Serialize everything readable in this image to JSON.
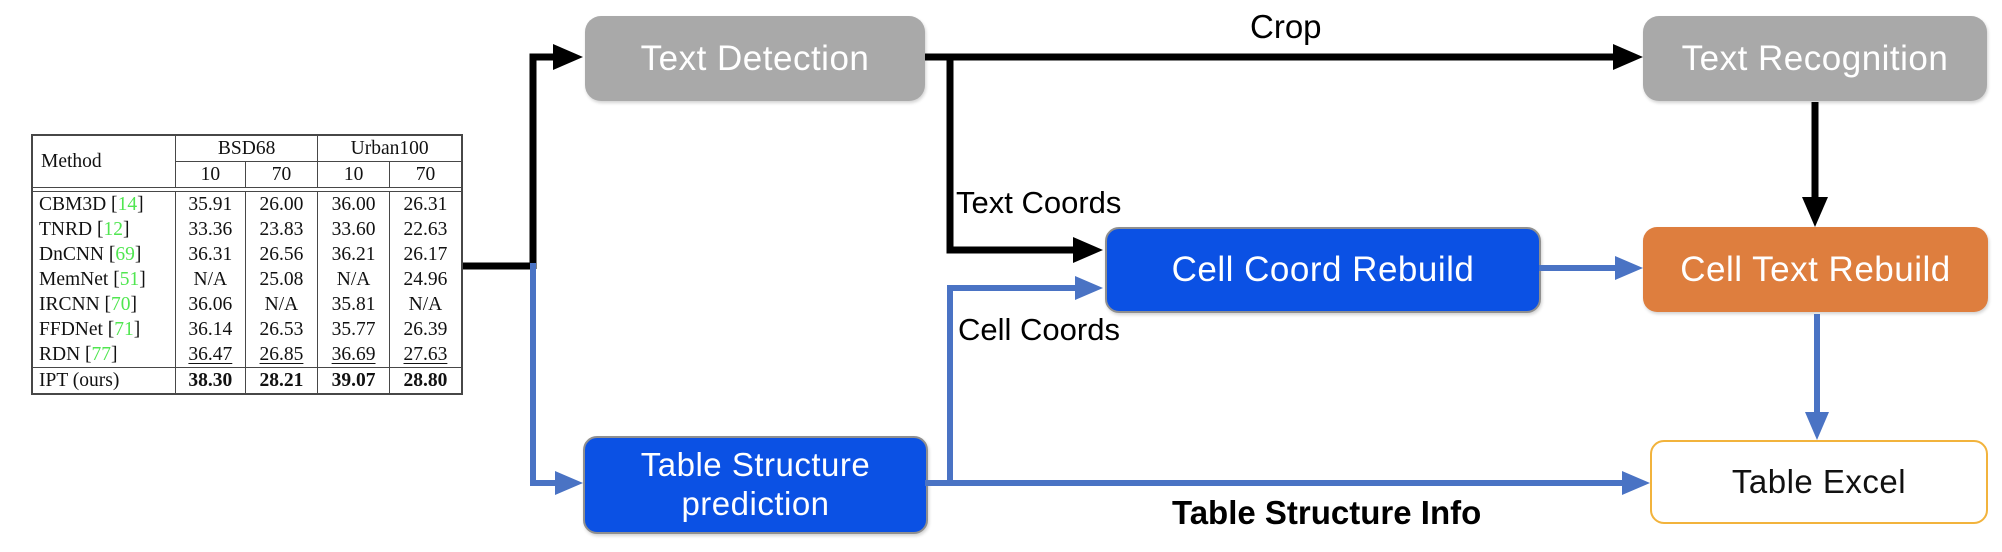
{
  "figure": {
    "nodes": {
      "text_detection": "Text Detection",
      "text_recognition": "Text Recognition",
      "cell_coord_rebuild": "Cell Coord Rebuild",
      "cell_text_rebuild": "Cell Text Rebuild",
      "table_structure_prediction_line1": "Table Structure",
      "table_structure_prediction_line2": "prediction",
      "table_excel": "Table Excel"
    },
    "edge_labels": {
      "crop": "Crop",
      "text_coords": "Text Coords",
      "cell_coords": "Cell Coords",
      "table_structure_info": "Table Structure Info"
    },
    "colors": {
      "node_gray": "#a9a9a9",
      "node_blue": "#0b51e4",
      "node_orange": "#de7e3e",
      "excel_border_gold": "#f2b33c",
      "arrow_black": "#000000",
      "arrow_blue": "#4a73c4",
      "cite_green": "#50e650"
    }
  },
  "table": {
    "header": {
      "method": "Method",
      "groups": [
        {
          "label": "BSD68",
          "cols": [
            "10",
            "70"
          ]
        },
        {
          "label": "Urban100",
          "cols": [
            "10",
            "70"
          ]
        }
      ]
    },
    "rows": [
      {
        "method": "CBM3D",
        "cite": "14",
        "values": [
          "35.91",
          "26.00",
          "36.00",
          "26.31"
        ],
        "style": "normal"
      },
      {
        "method": "TNRD",
        "cite": "12",
        "values": [
          "33.36",
          "23.83",
          "33.60",
          "22.63"
        ],
        "style": "normal"
      },
      {
        "method": "DnCNN",
        "cite": "69",
        "values": [
          "36.31",
          "26.56",
          "36.21",
          "26.17"
        ],
        "style": "normal"
      },
      {
        "method": "MemNet",
        "cite": "51",
        "values": [
          "N/A",
          "25.08",
          "N/A",
          "24.96"
        ],
        "style": "normal"
      },
      {
        "method": "IRCNN",
        "cite": "70",
        "values": [
          "36.06",
          "N/A",
          "35.81",
          "N/A"
        ],
        "style": "normal"
      },
      {
        "method": "FFDNet",
        "cite": "71",
        "values": [
          "36.14",
          "26.53",
          "35.77",
          "26.39"
        ],
        "style": "normal"
      },
      {
        "method": "RDN",
        "cite": "77",
        "values": [
          "36.47",
          "26.85",
          "36.69",
          "27.63"
        ],
        "style": "underline"
      },
      {
        "method": "IPT (ours)",
        "cite": null,
        "values": [
          "38.30",
          "28.21",
          "39.07",
          "28.80"
        ],
        "style": "bold"
      }
    ]
  }
}
